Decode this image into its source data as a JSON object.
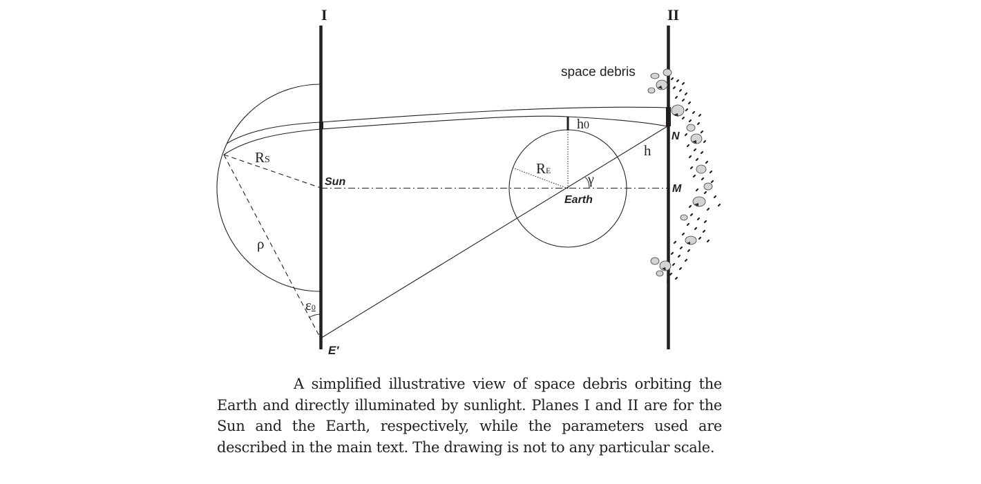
{
  "figure": {
    "planes": [
      {
        "id": "I",
        "label": "I",
        "represents": "Sun"
      },
      {
        "id": "II",
        "label": "II",
        "represents": "Earth"
      }
    ],
    "labels": {
      "plane_1": "I",
      "plane_2": "II",
      "sun": "Sun",
      "earth": "Earth",
      "space_debris": "space debris",
      "point_n": "N",
      "point_m": "M",
      "point_e_prime": "E'",
      "radius_sun_main": "R",
      "radius_sun_sub": "S",
      "radius_earth_main": "R",
      "radius_earth_sub": "E",
      "height_h0_main": "h",
      "height_h0_sub": "0",
      "height_h": "h",
      "gamma": "γ",
      "rho": "ρ",
      "epsilon_main": "ε",
      "epsilon_sub": "0"
    },
    "colors": {
      "ink": "#231f20",
      "background": "#ffffff",
      "debris_light": "#d9d9d9",
      "debris_dark": "#2a2a2a"
    }
  },
  "caption": {
    "text": "A simplified illustrative view of space debris orbiting the Earth and directly illuminated by sunlight. Planes I and II are for the Sun and the Earth, respectively, while the parameters used are described in the main text. The drawing is not to any particular scale."
  }
}
